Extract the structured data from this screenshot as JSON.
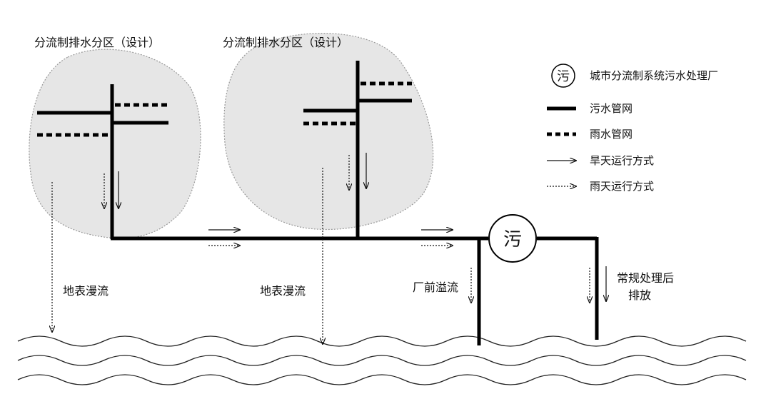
{
  "zones": [
    {
      "label": "分流制排水分区（设计）"
    },
    {
      "label": "分流制排水分区（设计）"
    }
  ],
  "labels": {
    "runoff_1": "地表漫流",
    "runoff_2": "地表漫流",
    "overflow": "厂前溢流",
    "discharge_line1": "常规处理后",
    "discharge_line2": "排放"
  },
  "plant": {
    "symbol": "污"
  },
  "legend": {
    "plant_symbol": "污",
    "plant": "城市分流制系统污水处理厂",
    "sewage_pipe": "污水管网",
    "rain_pipe": "雨水管网",
    "dry_weather": "旱天运行方式",
    "wet_weather": "雨天运行方式"
  }
}
